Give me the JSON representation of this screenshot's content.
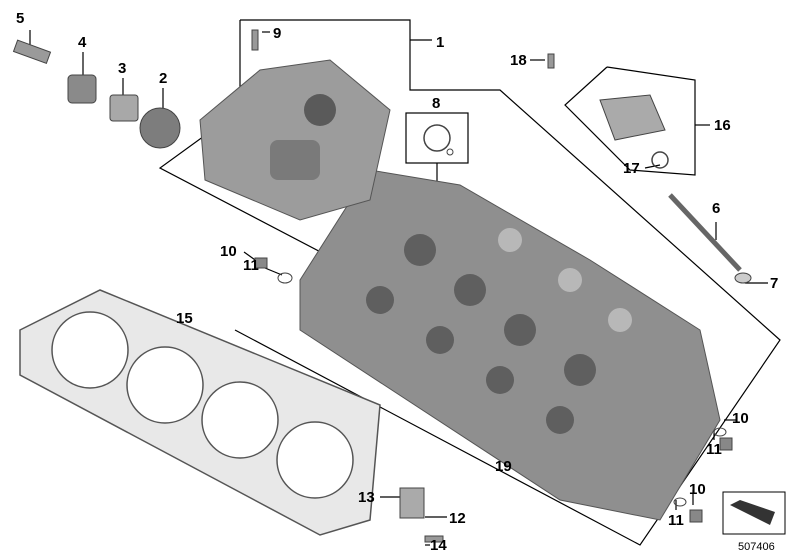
{
  "diagram": {
    "title": "Cylinder head parts diagram",
    "callouts": [
      "1",
      "2",
      "3",
      "4",
      "5",
      "6",
      "7",
      "8",
      "9",
      "10",
      "10",
      "10",
      "11",
      "11",
      "11",
      "12",
      "13",
      "14",
      "15",
      "16",
      "17",
      "18",
      "19"
    ],
    "reference_number": "507406",
    "colors": {
      "line": "#000000",
      "part": "#9a9a9a",
      "part_dark": "#5a5a5a",
      "part_light": "#cfcfcf"
    }
  }
}
